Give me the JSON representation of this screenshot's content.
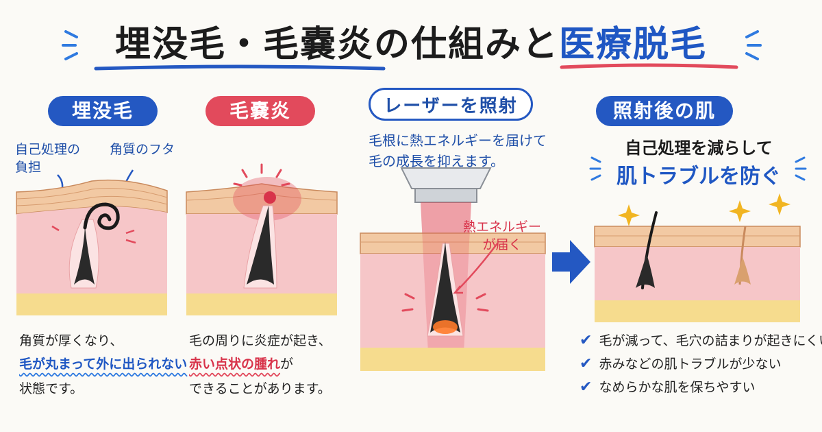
{
  "title": {
    "part1": "埋没毛・毛嚢炎",
    "part2": "の仕組みと",
    "part3": "医療脱毛"
  },
  "panels": {
    "ingrown": {
      "label": "埋没毛",
      "note_left": "自己処理の\n負担",
      "note_right": "角質のフタ",
      "desc_line1": "角質が厚くなり、",
      "desc_line2": "毛が丸まって外に出られない",
      "desc_line3": "状態です。"
    },
    "folliculitis": {
      "label": "毛嚢炎",
      "desc_line1": "毛の周りに炎症が起き、",
      "desc_line2_red": "赤い点状の腫れ",
      "desc_line2_rest": "が",
      "desc_line3": "できることがあります。"
    },
    "laser": {
      "label": "レーザーを照射",
      "desc": "毛根に熱エネルギーを届けて\n毛の成長を抑えます。",
      "note": "熱エネルギー\nが届く"
    },
    "after": {
      "label": "照射後の肌",
      "headline1": "自己処理を減らして",
      "headline2": "肌トラブルを防ぐ",
      "checks": [
        "毛が減って、毛穴の詰まりが起きにくい",
        "赤みなどの肌トラブルが少ない",
        "なめらかな肌を保ちやすい"
      ]
    }
  },
  "colors": {
    "accent_blue": "#2458c2",
    "accent_red": "#e24a5c",
    "skin_top": "#f2c9a3",
    "skin_mid": "#f6c6c8",
    "fat": "#f6dc8e"
  },
  "icons": [
    "check-icon",
    "arrow-right-icon",
    "sparkle-icon",
    "laser-device-icon"
  ]
}
